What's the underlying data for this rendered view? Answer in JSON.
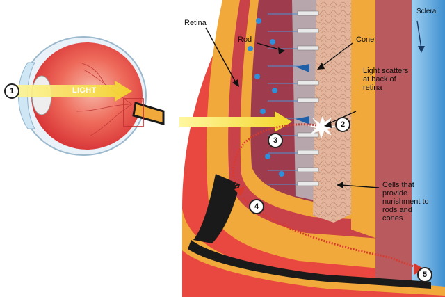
{
  "labels": {
    "light": "LIGHT",
    "retina": "Retina",
    "rod": "Rod",
    "cone": "Cone",
    "sclera": "Sclera",
    "scatter": "Light scatters at back of retina",
    "cells": "Cells that provide nurishment to rods and cones"
  },
  "steps": [
    "1",
    "2",
    "3",
    "4",
    "5"
  ],
  "colors": {
    "sclera_blue": "#5aa9e0",
    "choroid": "#b85a5e",
    "retina_orange": "#f2a93b",
    "rpe_tan": "#e0b49a",
    "eyeball_red": "#e5383b",
    "light_beam": "#f5ea3c",
    "nerve_black": "#1a1a1a",
    "photoreceptor_blue": "#2f8fd8"
  }
}
